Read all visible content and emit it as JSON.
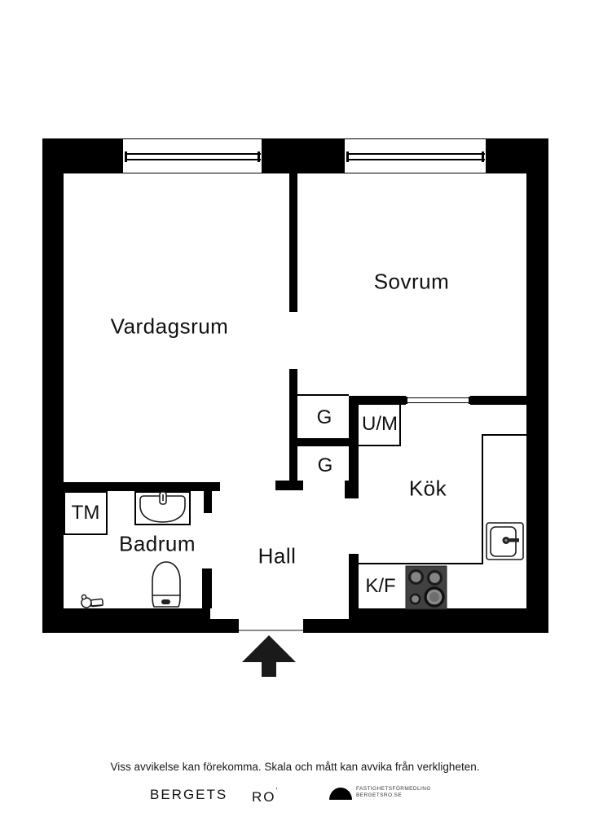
{
  "plan": {
    "rooms": [
      {
        "id": "vardagsrum",
        "label": "Vardagsrum"
      },
      {
        "id": "sovrum",
        "label": "Sovrum"
      },
      {
        "id": "kok",
        "label": "Kök"
      },
      {
        "id": "hall",
        "label": "Hall"
      },
      {
        "id": "badrum",
        "label": "Badrum"
      }
    ],
    "fixtures": [
      {
        "id": "tm",
        "label": "TM"
      },
      {
        "id": "g_upper",
        "label": "G"
      },
      {
        "id": "g_lower",
        "label": "G"
      },
      {
        "id": "um",
        "label": "U/M"
      },
      {
        "id": "kf",
        "label": "K/F"
      }
    ],
    "colors": {
      "wall": "#000000",
      "background": "#ffffff",
      "stove_body": "#414141",
      "burner_ring": "#1b1b1b",
      "burner_center": "#848484"
    }
  },
  "footer": {
    "disclaimer": "Viss avvikelse kan förekomma. Skala och mått kan avvika från verkligheten.",
    "brand_left": "BERGETS",
    "brand_right": "RO",
    "brand_mark": "ʼ",
    "logo_line1": "FASTIGHETSFÖRMEDLING",
    "logo_line2": "BERGETSRO.SE"
  }
}
